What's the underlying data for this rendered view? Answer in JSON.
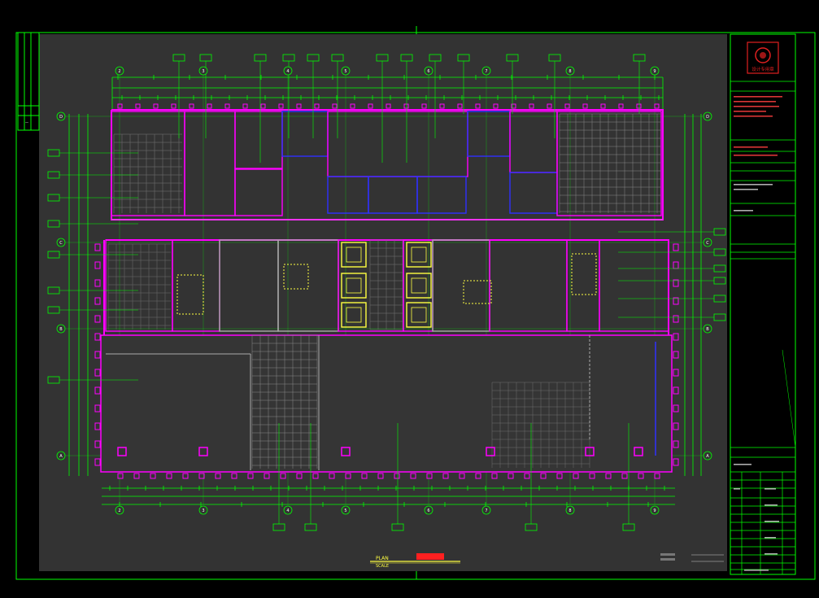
{
  "colors": {
    "screen_bg": "#000000",
    "sheet_bg": "#333333",
    "frame_line": "#00ff00",
    "wall_magenta": "#ff00ff",
    "wall_blue": "#3030ff",
    "dim_line": "#00ff00",
    "text_white": "#ffffff",
    "seal_red": "#e02020",
    "hatch_yellow": "#ffff40",
    "title_red": "#ff2020",
    "cyan": "#00ffff"
  },
  "grid_axes": {
    "columns": [
      "2",
      "3",
      "4",
      "5",
      "6",
      "7",
      "8",
      "9"
    ],
    "rows": [
      "D",
      "C",
      "B",
      "A"
    ]
  },
  "title_block": {
    "seal_text": "设计专用章",
    "rows": [
      "",
      "",
      "",
      "",
      "",
      "",
      "",
      ""
    ],
    "drawing_name": "",
    "sheet_fields": [
      "",
      "",
      "",
      ""
    ]
  },
  "drawing_title": {
    "plan_label": "PLAN",
    "scale_label": "SCALE",
    "title_text": ""
  }
}
